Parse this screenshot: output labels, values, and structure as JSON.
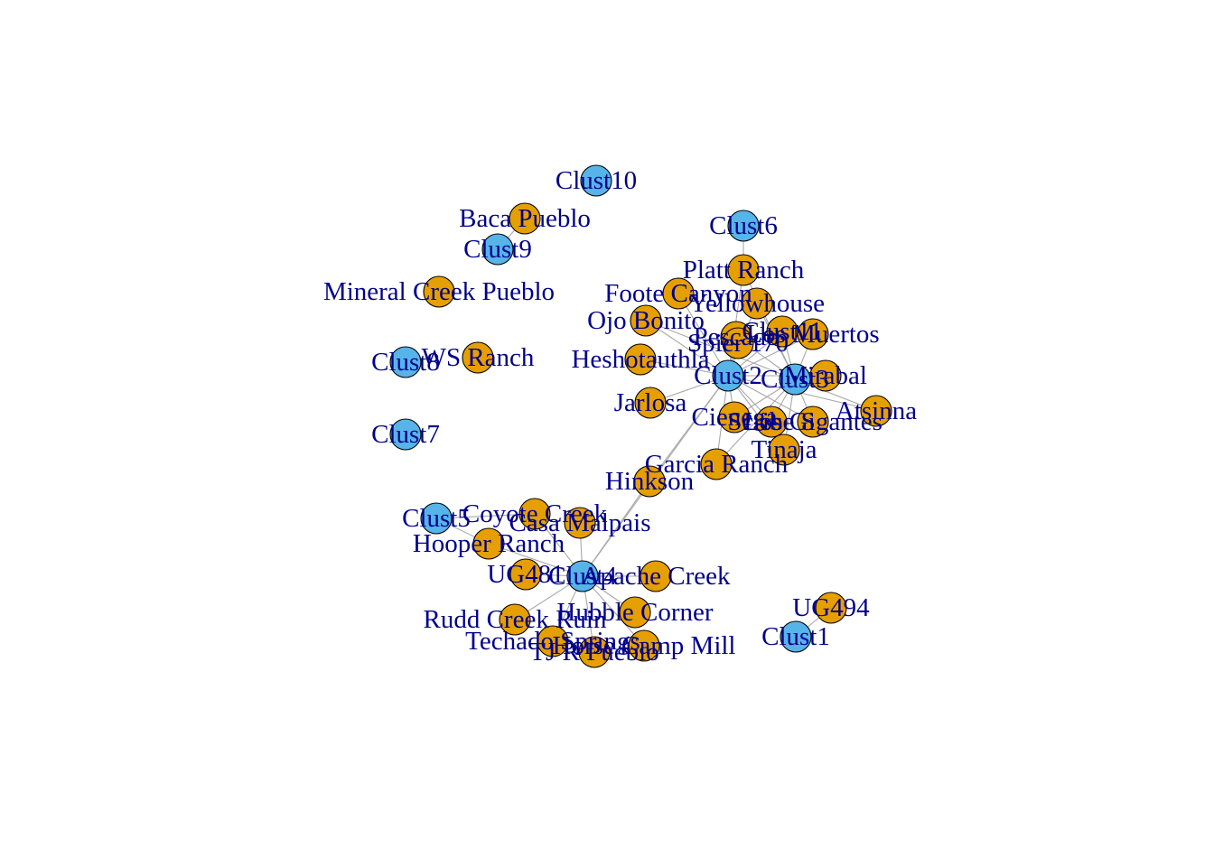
{
  "colors": {
    "cluster": "#56b4e9",
    "site": "#e69f00",
    "edge": "#a9a9a9",
    "label": "#00008b"
  },
  "nodes": [
    {
      "id": "Clust10",
      "label": "Clust10",
      "kind": "cluster"
    },
    {
      "id": "BacaPueblo",
      "label": "Baca Pueblo",
      "kind": "site"
    },
    {
      "id": "Clust9",
      "label": "Clust9",
      "kind": "cluster"
    },
    {
      "id": "MineralCreekPueblo",
      "label": "Mineral Creek Pueblo",
      "kind": "site"
    },
    {
      "id": "Clust8",
      "label": "Clust8",
      "kind": "cluster"
    },
    {
      "id": "WSRanch",
      "label": "WS Ranch",
      "kind": "site"
    },
    {
      "id": "Clust7",
      "label": "Clust7",
      "kind": "cluster"
    },
    {
      "id": "Clust6",
      "label": "Clust6",
      "kind": "cluster"
    },
    {
      "id": "PlattRanch",
      "label": "Platt Ranch",
      "kind": "site"
    },
    {
      "id": "FooteCanyon",
      "label": "Foote Canyon",
      "kind": "site"
    },
    {
      "id": "Yellowhouse",
      "label": "Yellowhouse",
      "kind": "site"
    },
    {
      "id": "OjoBonito",
      "label": "Ojo Bonito",
      "kind": "site"
    },
    {
      "id": "Pescado",
      "label": "Pescado",
      "kind": "site"
    },
    {
      "id": "Spier170",
      "label": "Spier 170",
      "kind": "site"
    },
    {
      "id": "Clust11",
      "label": "Clust11",
      "kind": "site"
    },
    {
      "id": "LosMuertos",
      "label": "Los Muertos",
      "kind": "site"
    },
    {
      "id": "Heshotauthla",
      "label": "Heshotauthla",
      "kind": "site"
    },
    {
      "id": "Clust2",
      "label": "Clust2",
      "kind": "cluster"
    },
    {
      "id": "Clust3",
      "label": "Clust3",
      "kind": "cluster"
    },
    {
      "id": "Mirabal",
      "label": "Mirabal",
      "kind": "site"
    },
    {
      "id": "Jarlosa",
      "label": "Jarlosa",
      "kind": "site"
    },
    {
      "id": "Cienega",
      "label": "Cienega",
      "kind": "site"
    },
    {
      "id": "Scribe",
      "label": "Scribe S",
      "kind": "site"
    },
    {
      "id": "LosGigantes",
      "label": "Los Gigantes",
      "kind": "site"
    },
    {
      "id": "Atsinna",
      "label": "Atsinna",
      "kind": "site"
    },
    {
      "id": "Tinaja",
      "label": "Tinaja",
      "kind": "site"
    },
    {
      "id": "GarciaRanch",
      "label": "Garcia Ranch",
      "kind": "site"
    },
    {
      "id": "Hinkson",
      "label": "Hinkson",
      "kind": "site"
    },
    {
      "id": "Clust5",
      "label": "Clust5",
      "kind": "cluster"
    },
    {
      "id": "CoyoteCreek",
      "label": "Coyote Creek",
      "kind": "site"
    },
    {
      "id": "CasaMalpais",
      "label": "Casa Malpais",
      "kind": "site"
    },
    {
      "id": "HooperRanch",
      "label": "Hooper Ranch",
      "kind": "site"
    },
    {
      "id": "UG481",
      "label": "UG481",
      "kind": "site"
    },
    {
      "id": "Clust4",
      "label": "Clust4",
      "kind": "cluster"
    },
    {
      "id": "ApacheCreek",
      "label": "Apache Creek",
      "kind": "site"
    },
    {
      "id": "HubbleCorner",
      "label": "Hubble Corner",
      "kind": "site"
    },
    {
      "id": "RuddCreekRuin",
      "label": "Rudd Creek Ruin",
      "kind": "site"
    },
    {
      "id": "TechadoSprings",
      "label": "Techado Springs",
      "kind": "site"
    },
    {
      "id": "TJRPueblo",
      "label": "TJ R Pueblo",
      "kind": "site"
    },
    {
      "id": "HorseCampMill",
      "label": "Horse Camp Mill",
      "kind": "site"
    },
    {
      "id": "UG494",
      "label": "UG494",
      "kind": "site"
    },
    {
      "id": "Clust1",
      "label": "Clust1",
      "kind": "cluster"
    }
  ],
  "edges": [
    [
      "BacaPueblo",
      "Clust9"
    ],
    [
      "Clust6",
      "PlattRanch"
    ],
    [
      "Clust2",
      "PlattRanch"
    ],
    [
      "Clust2",
      "FooteCanyon"
    ],
    [
      "Clust2",
      "Yellowhouse"
    ],
    [
      "Clust2",
      "OjoBonito"
    ],
    [
      "Clust2",
      "Pescado"
    ],
    [
      "Clust2",
      "Spier170"
    ],
    [
      "Clust2",
      "Clust11"
    ],
    [
      "Clust2",
      "LosMuertos"
    ],
    [
      "Clust2",
      "Heshotauthla"
    ],
    [
      "Clust2",
      "Mirabal"
    ],
    [
      "Clust2",
      "Jarlosa"
    ],
    [
      "Clust2",
      "Cienega"
    ],
    [
      "Clust2",
      "Scribe"
    ],
    [
      "Clust2",
      "LosGigantes"
    ],
    [
      "Clust2",
      "Atsinna"
    ],
    [
      "Clust2",
      "Tinaja"
    ],
    [
      "Clust2",
      "GarciaRanch"
    ],
    [
      "Clust2",
      "Hinkson"
    ],
    [
      "Clust2",
      "Clust4"
    ],
    [
      "Clust3",
      "PlattRanch"
    ],
    [
      "Clust3",
      "Yellowhouse"
    ],
    [
      "Clust3",
      "Pescado"
    ],
    [
      "Clust3",
      "Clust11"
    ],
    [
      "Clust3",
      "LosMuertos"
    ],
    [
      "Clust3",
      "Mirabal"
    ],
    [
      "Clust3",
      "Cienega"
    ],
    [
      "Clust3",
      "Scribe"
    ],
    [
      "Clust3",
      "LosGigantes"
    ],
    [
      "Clust3",
      "Atsinna"
    ],
    [
      "Clust3",
      "Tinaja"
    ],
    [
      "Clust3",
      "GarciaRanch"
    ],
    [
      "Clust3",
      "OjoBonito"
    ],
    [
      "Clust5",
      "CoyoteCreek"
    ],
    [
      "Clust5",
      "HooperRanch"
    ],
    [
      "Clust4",
      "CoyoteCreek"
    ],
    [
      "Clust4",
      "CasaMalpais"
    ],
    [
      "Clust4",
      "HooperRanch"
    ],
    [
      "Clust4",
      "UG481"
    ],
    [
      "Clust4",
      "ApacheCreek"
    ],
    [
      "Clust4",
      "HubbleCorner"
    ],
    [
      "Clust4",
      "RuddCreekRuin"
    ],
    [
      "Clust4",
      "TechadoSprings"
    ],
    [
      "Clust4",
      "TJRPueblo"
    ],
    [
      "Clust4",
      "HorseCampMill"
    ],
    [
      "Clust4",
      "Hinkson"
    ],
    [
      "UG494",
      "Clust1"
    ]
  ]
}
